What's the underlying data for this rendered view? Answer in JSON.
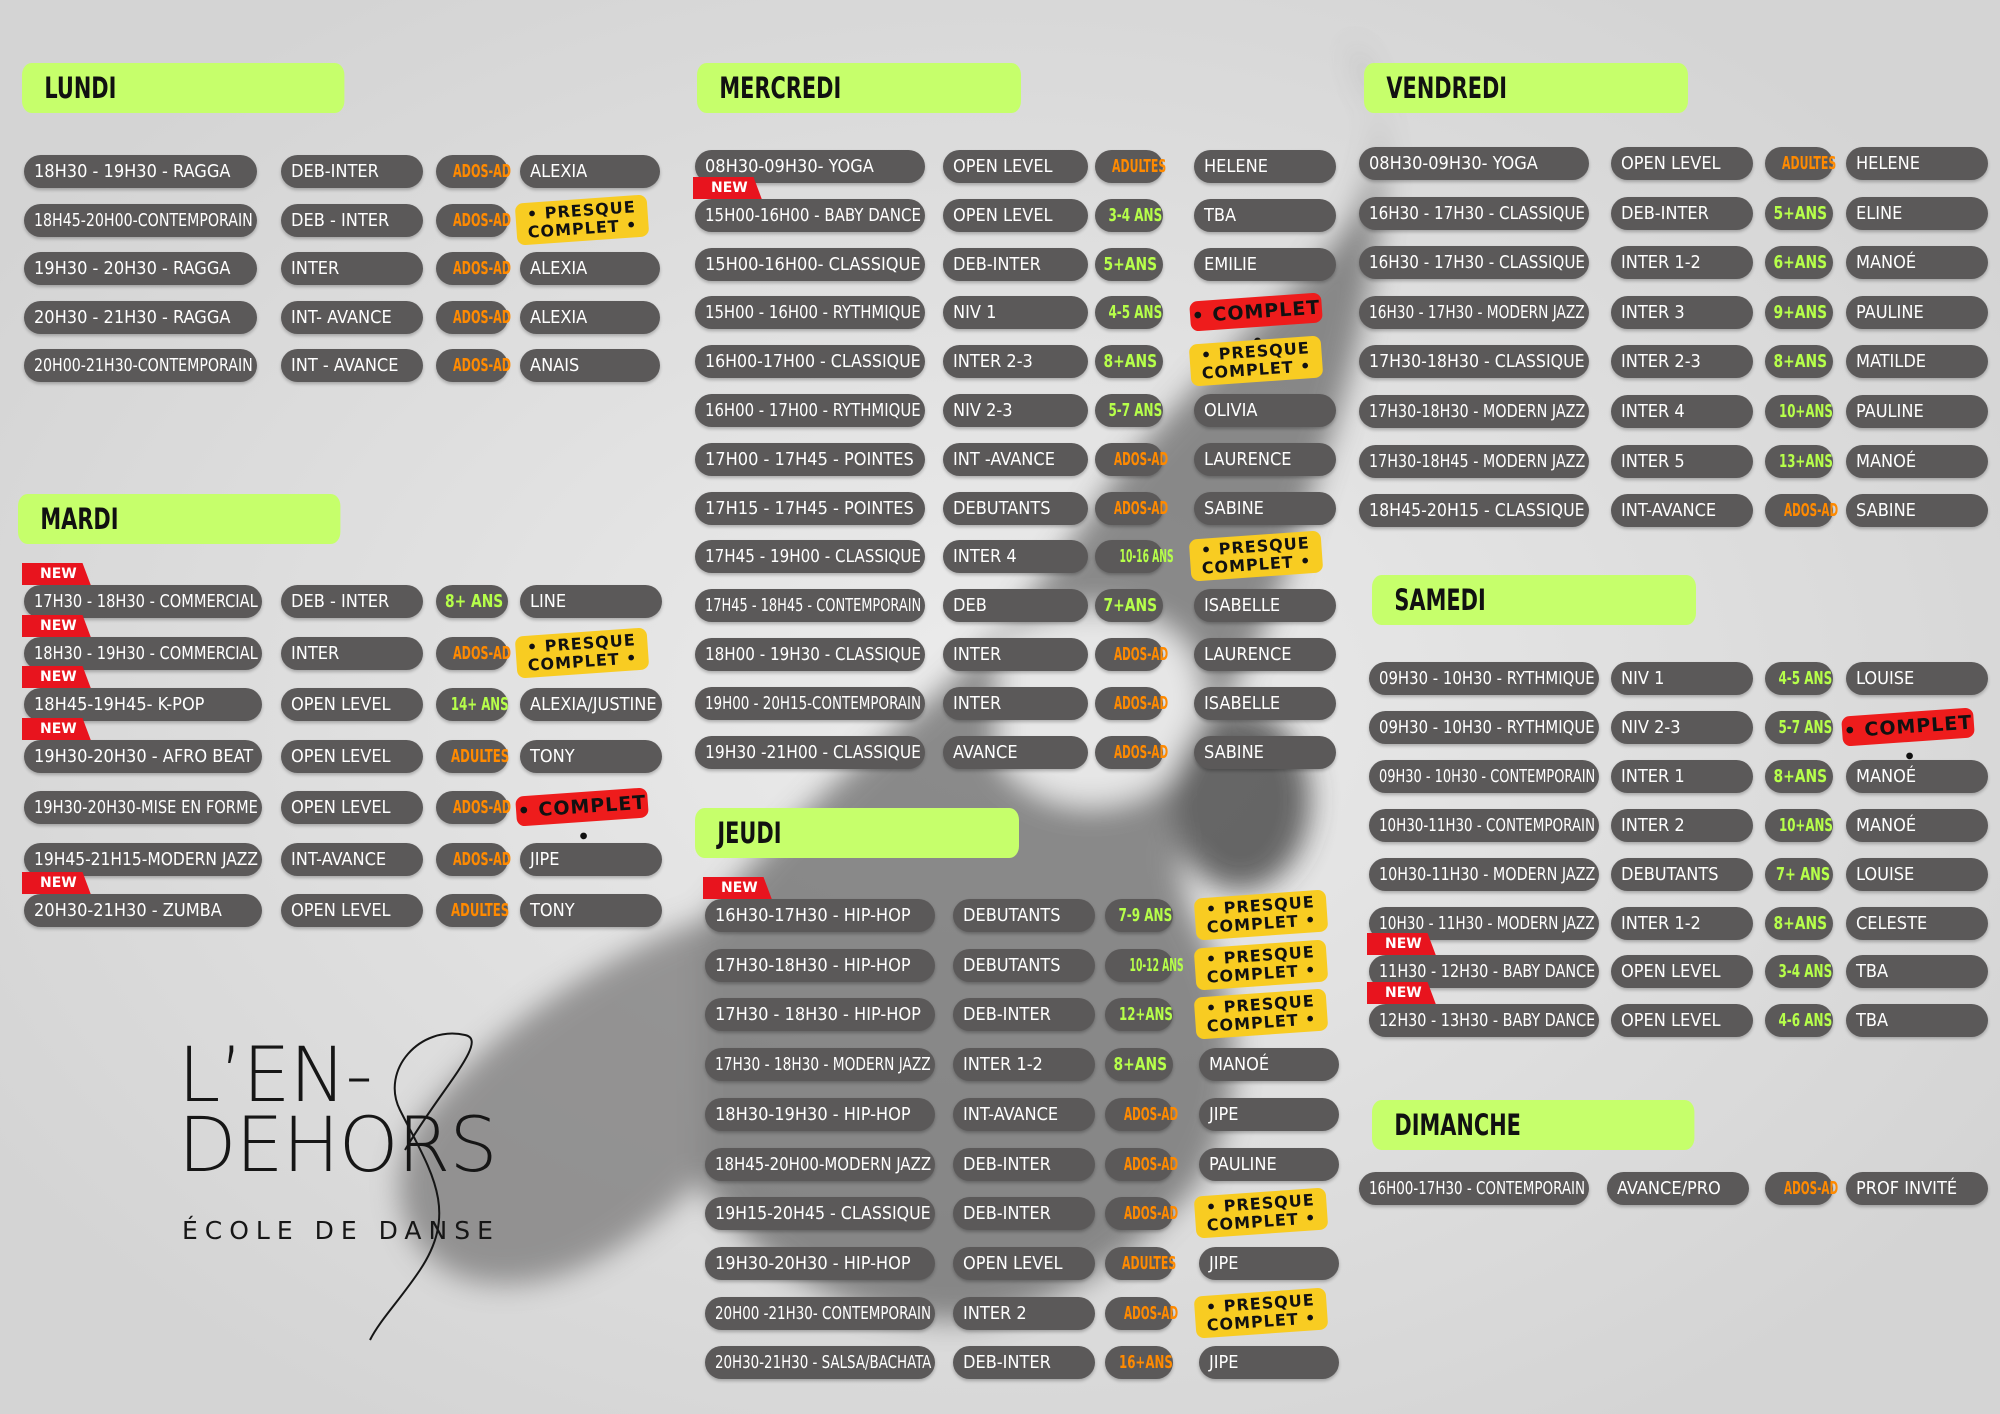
{
  "logo": {
    "line1": "L’EN-",
    "line2": "DEHORS",
    "line3": "ÉCOLE DE DANSE"
  },
  "colors": {
    "day_label_bg": "#c6ff6b",
    "pill_bg": "#5b5959",
    "age_orange": "#ff8a00",
    "age_green": "#b6ff4a",
    "presque_bg": "#f8cc22",
    "complet_bg": "#ee1c1c",
    "new_bg": "#e8141e"
  },
  "days": [
    {
      "name": "LUNDI",
      "classes": [
        {
          "time": "18H30 - 19H30 - RAGGA",
          "level": "DEB-INTER",
          "age": "ADOS-AD",
          "age_color": "orange",
          "teacher": "ALEXIA"
        },
        {
          "time": "18H45-20H00-CONTEMPORAIN",
          "level": "DEB - INTER",
          "age": "ADOS-AD",
          "age_color": "orange",
          "status": "presque",
          "status_text": "• PRESQUE COMPLET •"
        },
        {
          "time": "19H30 - 20H30 - RAGGA",
          "level": "INTER",
          "age": "ADOS-AD",
          "age_color": "orange",
          "teacher": "ALEXIA"
        },
        {
          "time": "20H30 - 21H30 - RAGGA",
          "level": "INT- AVANCE",
          "age": "ADOS-AD",
          "age_color": "orange",
          "teacher": "ALEXIA"
        },
        {
          "time": "20H00-21H30-CONTEMPORAIN",
          "level": "INT - AVANCE",
          "age": "ADOS-AD",
          "age_color": "orange",
          "teacher": "ANAIS"
        }
      ]
    },
    {
      "name": "MARDI",
      "classes": [
        {
          "time": "17H30 - 18H30 - COMMERCIAL",
          "level": "DEB - INTER",
          "age": "8+ ANS",
          "age_color": "green",
          "teacher": "LINE",
          "new": "NEW"
        },
        {
          "time": "18H30 - 19H30 - COMMERCIAL",
          "level": "INTER",
          "age": "ADOS-AD",
          "age_color": "orange",
          "status": "presque",
          "status_text": "• PRESQUE COMPLET •",
          "new": "NEW"
        },
        {
          "time": "18H45-19H45- K-POP",
          "level": "OPEN LEVEL",
          "age": "14+ ANS",
          "age_color": "green",
          "teacher": "ALEXIA/JUSTINE",
          "new": "NEW"
        },
        {
          "time": "19H30-20H30 - AFRO BEAT",
          "level": "OPEN LEVEL",
          "age": "ADULTES",
          "age_color": "orange",
          "teacher": "TONY",
          "new": "NEW"
        },
        {
          "time": "19H30-20H30-MISE EN FORME",
          "level": "OPEN LEVEL",
          "age": "ADOS-AD",
          "age_color": "orange",
          "status": "complet",
          "status_text": "• COMPLET •"
        },
        {
          "time": "19H45-21H15-MODERN JAZZ",
          "level": "INT-AVANCE",
          "age": "ADOS-AD",
          "age_color": "orange",
          "teacher": "JIPE"
        },
        {
          "time": "20H30-21H30 - ZUMBA",
          "level": "OPEN LEVEL",
          "age": "ADULTES",
          "age_color": "orange",
          "teacher": "TONY",
          "new": "NEW"
        }
      ]
    },
    {
      "name": "MERCREDI",
      "classes": [
        {
          "time": "08H30-09H30- YOGA",
          "level": "OPEN LEVEL",
          "age": "ADULTES",
          "age_color": "orange",
          "teacher": "HELENE"
        },
        {
          "time": "15H00-16H00 - BABY DANCE",
          "level": "OPEN LEVEL",
          "age": "3-4 ANS",
          "age_color": "green",
          "teacher": "TBA",
          "new": "NEW"
        },
        {
          "time": "15H00-16H00- CLASSIQUE",
          "level": "DEB-INTER",
          "age": "5+ANS",
          "age_color": "green",
          "teacher": "EMILIE"
        },
        {
          "time": "15H00 - 16H00 - RYTHMIQUE",
          "level": "NIV 1",
          "age": "4-5 ANS",
          "age_color": "green",
          "status": "complet",
          "status_text": "• COMPLET •"
        },
        {
          "time": "16H00-17H00 - CLASSIQUE",
          "level": "INTER 2-3",
          "age": "8+ANS",
          "age_color": "green",
          "status": "presque",
          "status_text": "• PRESQUE COMPLET •"
        },
        {
          "time": "16H00 - 17H00 - RYTHMIQUE",
          "level": "NIV 2-3",
          "age": "5-7 ANS",
          "age_color": "green",
          "teacher": "OLIVIA"
        },
        {
          "time": "17H00 - 17H45 - POINTES",
          "level": "INT -AVANCE",
          "age": "ADOS-AD",
          "age_color": "orange",
          "teacher": "LAURENCE"
        },
        {
          "time": "17H15 - 17H45 - POINTES",
          "level": "DEBUTANTS",
          "age": "ADOS-AD",
          "age_color": "orange",
          "teacher": "SABINE"
        },
        {
          "time": "17H45 - 19H00 - CLASSIQUE",
          "level": "INTER 4",
          "age": "10-16 ANS",
          "age_color": "green",
          "status": "presque",
          "status_text": "• PRESQUE COMPLET •"
        },
        {
          "time": "17H45 - 18H45 - CONTEMPORAIN",
          "level": "DEB",
          "age": "7+ANS",
          "age_color": "green",
          "teacher": "ISABELLE"
        },
        {
          "time": "18H00 - 19H30 - CLASSIQUE",
          "level": "INTER",
          "age": "ADOS-AD",
          "age_color": "orange",
          "teacher": "LAURENCE"
        },
        {
          "time": "19H00 - 20H15-CONTEMPORAIN",
          "level": "INTER",
          "age": "ADOS-AD",
          "age_color": "orange",
          "teacher": "ISABELLE"
        },
        {
          "time": "19H30 -21H00 - CLASSIQUE",
          "level": "AVANCE",
          "age": "ADOS-AD",
          "age_color": "orange",
          "teacher": "SABINE"
        }
      ]
    },
    {
      "name": "JEUDI",
      "classes": [
        {
          "time": "16H30-17H30 - HIP-HOP",
          "level": "DEBUTANTS",
          "age": "7-9 ANS",
          "age_color": "green",
          "status": "presque",
          "status_text": "• PRESQUE COMPLET •",
          "new": "NEW"
        },
        {
          "time": "17H30-18H30 - HIP-HOP",
          "level": "DEBUTANTS",
          "age": "10-12 ANS",
          "age_color": "green",
          "status": "presque",
          "status_text": "• PRESQUE COMPLET •"
        },
        {
          "time": "17H30 - 18H30 - HIP-HOP",
          "level": "DEB-INTER",
          "age": "12+ANS",
          "age_color": "green",
          "status": "presque",
          "status_text": "• PRESQUE COMPLET •"
        },
        {
          "time": "17H30 - 18H30 - MODERN JAZZ",
          "level": "INTER 1-2",
          "age": "8+ANS",
          "age_color": "green",
          "teacher": "MANOÉ"
        },
        {
          "time": "18H30-19H30 - HIP-HOP",
          "level": "INT-AVANCE",
          "age": "ADOS-AD",
          "age_color": "orange",
          "teacher": "JIPE"
        },
        {
          "time": "18H45-20H00-MODERN JAZZ",
          "level": "DEB-INTER",
          "age": "ADOS-AD",
          "age_color": "orange",
          "teacher": "PAULINE"
        },
        {
          "time": "19H15-20H45 - CLASSIQUE",
          "level": "DEB-INTER",
          "age": "ADOS-AD",
          "age_color": "orange",
          "status": "presque",
          "status_text": "• PRESQUE COMPLET •"
        },
        {
          "time": "19H30-20H30 - HIP-HOP",
          "level": "OPEN LEVEL",
          "age": "ADULTES",
          "age_color": "orange",
          "teacher": "JIPE"
        },
        {
          "time": "20H00 -21H30- CONTEMPORAIN",
          "level": "INTER 2",
          "age": "ADOS-AD",
          "age_color": "orange",
          "status": "presque",
          "status_text": "• PRESQUE COMPLET •"
        },
        {
          "time": "20H30-21H30 - SALSA/BACHATA",
          "level": "DEB-INTER",
          "age": "16+ANS",
          "age_color": "orange",
          "teacher": "JIPE"
        }
      ]
    },
    {
      "name": "VENDREDI",
      "classes": [
        {
          "time": "08H30-09H30- YOGA",
          "level": "OPEN LEVEL",
          "age": "ADULTES",
          "age_color": "orange",
          "teacher": "HELENE"
        },
        {
          "time": "16H30 - 17H30 - CLASSIQUE",
          "level": "DEB-INTER",
          "age": "5+ANS",
          "age_color": "green",
          "teacher": "ELINE"
        },
        {
          "time": "16H30 - 17H30 - CLASSIQUE",
          "level": "INTER 1-2",
          "age": "6+ANS",
          "age_color": "green",
          "teacher": "MANOÉ"
        },
        {
          "time": "16H30 - 17H30 - MODERN JAZZ",
          "level": "INTER 3",
          "age": "9+ANS",
          "age_color": "green",
          "teacher": "PAULINE"
        },
        {
          "time": "17H30-18H30 - CLASSIQUE",
          "level": "INTER 2-3",
          "age": "8+ANS",
          "age_color": "green",
          "teacher": "MATILDE"
        },
        {
          "time": "17H30-18H30 - MODERN JAZZ",
          "level": "INTER 4",
          "age": "10+ANS",
          "age_color": "green",
          "teacher": "PAULINE"
        },
        {
          "time": "17H30-18H45 - MODERN JAZZ",
          "level": "INTER 5",
          "age": "13+ANS",
          "age_color": "green",
          "teacher": "MANOÉ"
        },
        {
          "time": "18H45-20H15 - CLASSIQUE",
          "level": "INT-AVANCE",
          "age": "ADOS-AD",
          "age_color": "orange",
          "teacher": "SABINE"
        }
      ]
    },
    {
      "name": "SAMEDI",
      "classes": [
        {
          "time": "09H30 - 10H30 - RYTHMIQUE",
          "level": "NIV 1",
          "age": "4-5 ANS",
          "age_color": "green",
          "teacher": "LOUISE"
        },
        {
          "time": "09H30 - 10H30 - RYTHMIQUE",
          "level": "NIV 2-3",
          "age": "5-7 ANS",
          "age_color": "green",
          "status": "complet",
          "status_text": "• COMPLET •"
        },
        {
          "time": "09H30 - 10H30 - CONTEMPORAIN",
          "level": "INTER 1",
          "age": "8+ANS",
          "age_color": "green",
          "teacher": "MANOÉ"
        },
        {
          "time": "10H30-11H30 - CONTEMPORAIN",
          "level": "INTER 2",
          "age": "10+ANS",
          "age_color": "green",
          "teacher": "MANOÉ"
        },
        {
          "time": "10H30-11H30 - MODERN JAZZ",
          "level": "DEBUTANTS",
          "age": "7+ ANS",
          "age_color": "green",
          "teacher": "LOUISE"
        },
        {
          "time": "10H30 - 11H30 - MODERN JAZZ",
          "level": "INTER 1-2",
          "age": "8+ANS",
          "age_color": "green",
          "teacher": "CELESTE"
        },
        {
          "time": "11H30 - 12H30 - BABY DANCE",
          "level": "OPEN LEVEL",
          "age": "3-4 ANS",
          "age_color": "green",
          "teacher": "TBA",
          "new": "NEW"
        },
        {
          "time": "12H30 - 13H30 - BABY DANCE",
          "level": "OPEN LEVEL",
          "age": "4-6 ANS",
          "age_color": "green",
          "teacher": "TBA",
          "new": "NEW"
        }
      ]
    },
    {
      "name": "DIMANCHE",
      "classes": [
        {
          "time": "16H00-17H30 - CONTEMPORAIN",
          "level": "AVANCE/PRO",
          "age": "ADOS-AD",
          "age_color": "orange",
          "teacher": "PROF INVITÉ"
        }
      ]
    }
  ]
}
